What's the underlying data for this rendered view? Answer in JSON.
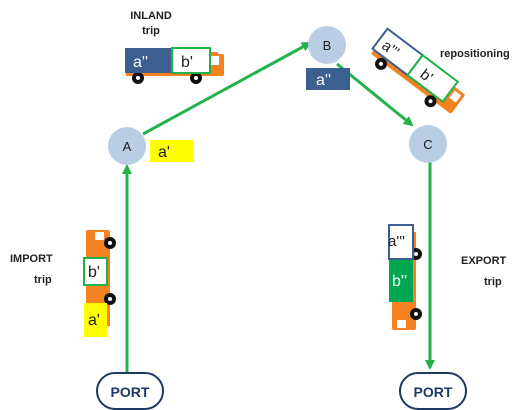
{
  "colors": {
    "arrow": "#22b24c",
    "node_fill": "#b9cde5",
    "truck_body": "#f58220",
    "navy": "#3b5f8f",
    "yellow": "#ffff00",
    "green_box": "#00a651",
    "port_border": "#1f3864",
    "wheel": "#111111"
  },
  "labels": {
    "inland_line1": "INLAND",
    "inland_line2": "trip",
    "repositioning": "repositioning",
    "import_line1": "IMPORT",
    "import_line2": "trip",
    "export_line1": "EXPORT",
    "export_line2": "trip"
  },
  "nodes": {
    "a": "A",
    "b": "B",
    "c": "C",
    "port_left": "PORT",
    "port_right": "PORT"
  },
  "tags": {
    "at_a": "a'",
    "at_b": "a''"
  },
  "trucks": {
    "inland": {
      "front": "a''",
      "rear": "b'"
    },
    "repositioning": {
      "front": "a'''",
      "rear": "b'"
    },
    "import": {
      "top": "b'",
      "bottom": "a'"
    },
    "export": {
      "top": "a'''",
      "bottom": "b''"
    }
  }
}
